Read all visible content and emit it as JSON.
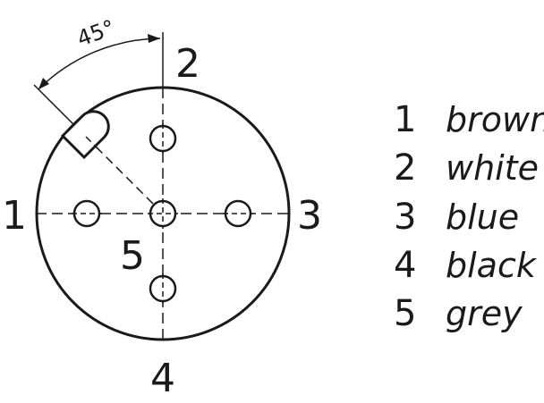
{
  "diagram": {
    "angle_label": "45°",
    "pins": [
      {
        "id": "1",
        "label": "1"
      },
      {
        "id": "2",
        "label": "2"
      },
      {
        "id": "3",
        "label": "3"
      },
      {
        "id": "4",
        "label": "4"
      },
      {
        "id": "5",
        "label": "5"
      }
    ],
    "legend": [
      {
        "number": "1",
        "color_name": "brown"
      },
      {
        "number": "2",
        "color_name": "white"
      },
      {
        "number": "3",
        "color_name": "blue"
      },
      {
        "number": "4",
        "color_name": "black"
      },
      {
        "number": "5",
        "color_name": "grey"
      }
    ]
  }
}
